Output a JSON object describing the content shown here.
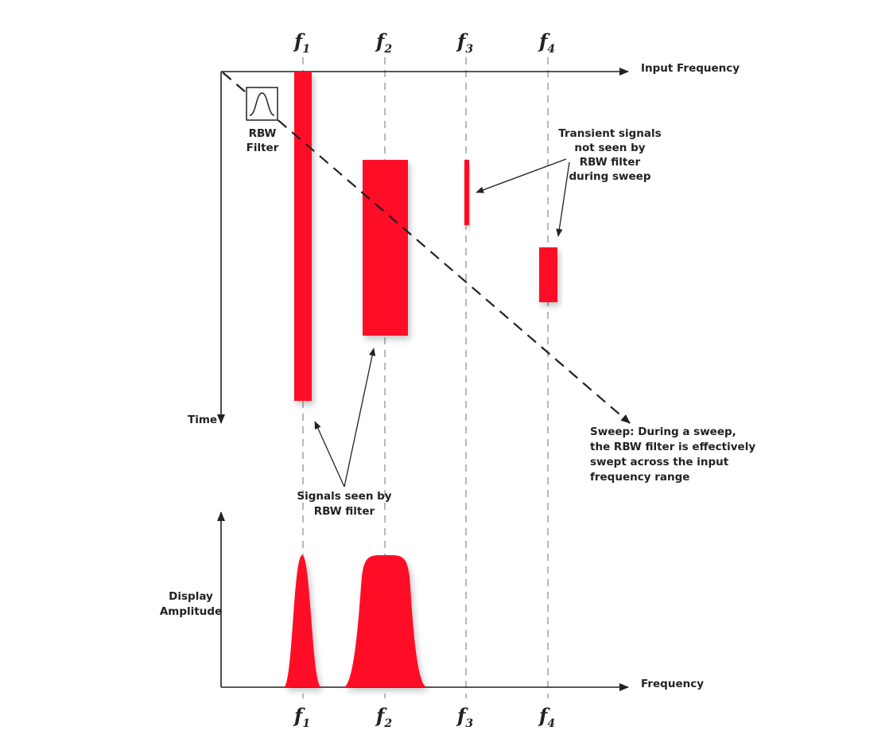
{
  "colors": {
    "signal": "#ff0a28",
    "axis": "#222222",
    "guide": "#9a9a9a"
  },
  "axes": {
    "input_frequency": "Input Frequency",
    "time": "Time",
    "frequency": "Frequency",
    "display_amplitude": [
      "Display",
      "Amplitude"
    ]
  },
  "frequency_markers": [
    {
      "letter": "f",
      "sub": "1"
    },
    {
      "letter": "f",
      "sub": "2"
    },
    {
      "letter": "f",
      "sub": "3"
    },
    {
      "letter": "f",
      "sub": "4"
    }
  ],
  "rbw_filter": {
    "label": [
      "RBW",
      "Filter"
    ],
    "icon": "bandpass-filter-icon"
  },
  "annotations": {
    "transient": [
      "Transient signals",
      "not seen by",
      "RBW filter",
      "during sweep"
    ],
    "seen": [
      "Signals seen by",
      "RBW filter"
    ],
    "sweep": [
      "Sweep: During a sweep,",
      "the RBW filter is effectively",
      "swept across the input",
      "frequency range"
    ]
  }
}
